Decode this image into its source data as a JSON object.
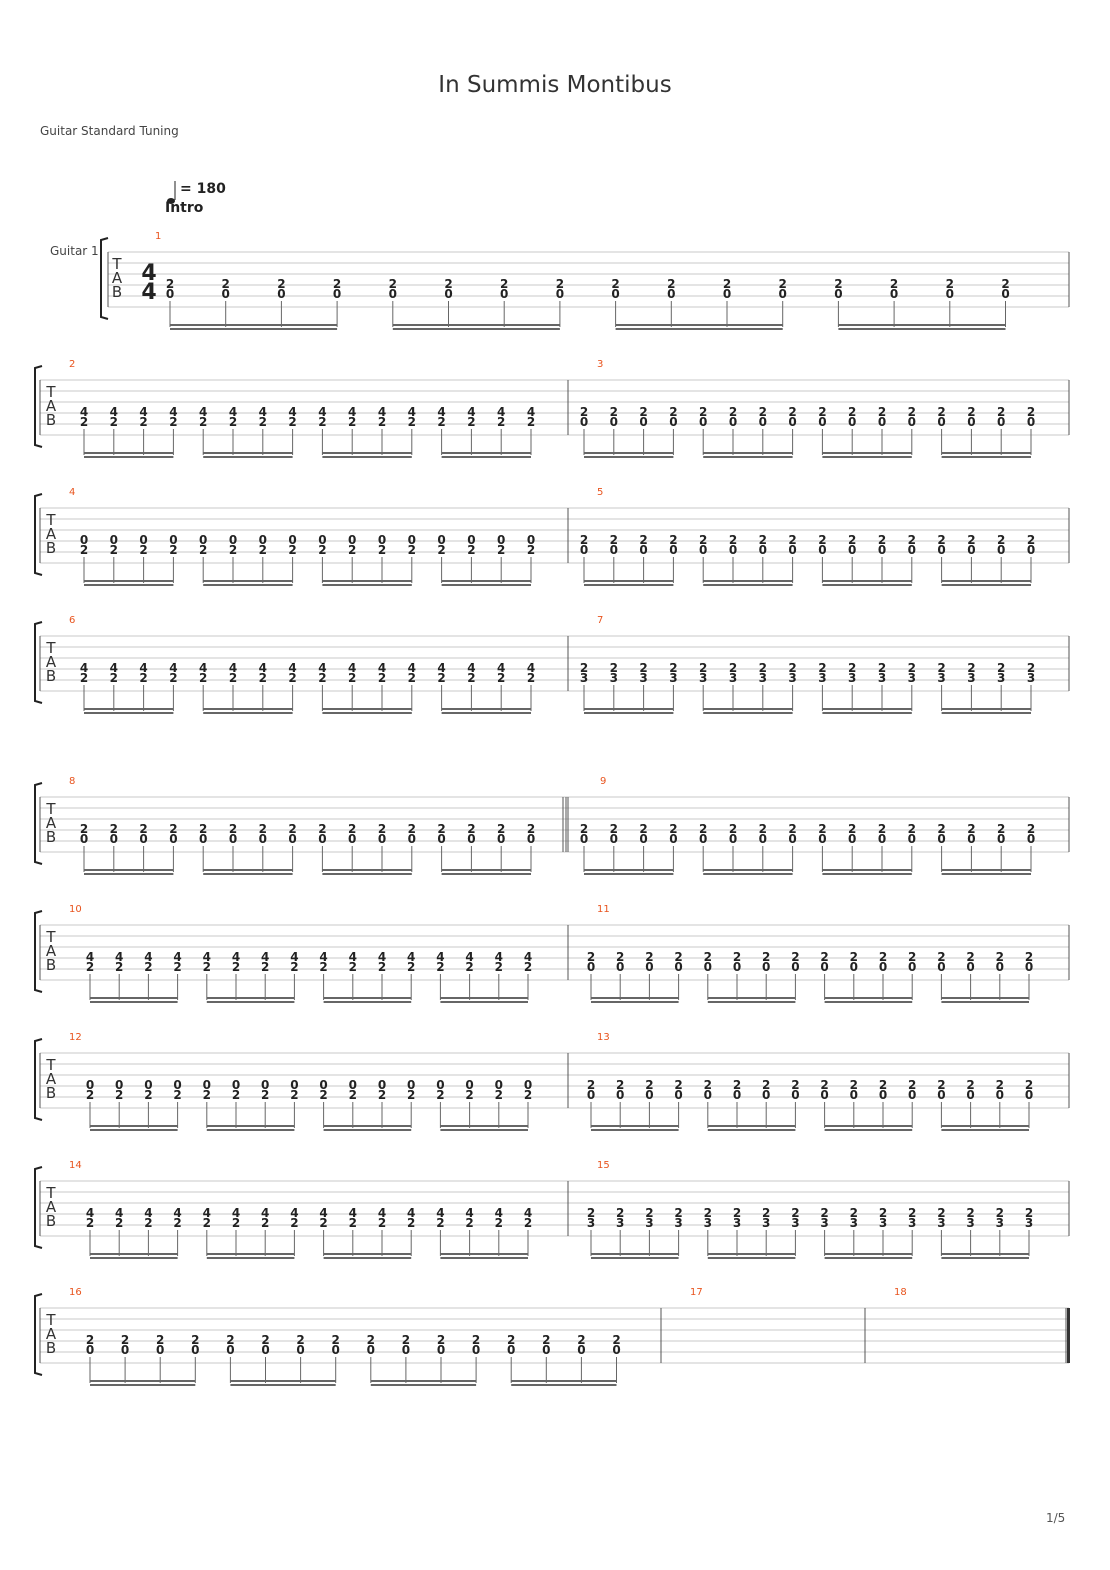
{
  "song": {
    "title": "In Summis Montibus",
    "tuning": "Guitar Standard Tuning",
    "page": "1/5"
  },
  "intro": {
    "tempo_label": "= 180",
    "section": "Intro",
    "time_signature": [
      "4",
      "4"
    ],
    "track_name": "Guitar 1"
  },
  "tab_clef": [
    "T",
    "A",
    "B"
  ],
  "colors": {
    "measure_number": "#e8541e",
    "staff_line": "#c8c8c8",
    "ink": "#222222"
  },
  "measures": [
    {
      "num": "1",
      "top": "2",
      "bottom": "0",
      "notes": 16
    },
    {
      "num": "2",
      "top": "4",
      "bottom": "2",
      "notes": 16
    },
    {
      "num": "3",
      "top": "2",
      "bottom": "0",
      "notes": 16
    },
    {
      "num": "4",
      "top": "0",
      "bottom": "2",
      "notes": 16
    },
    {
      "num": "5",
      "top": "2",
      "bottom": "0",
      "notes": 16
    },
    {
      "num": "6",
      "top": "4",
      "bottom": "2",
      "notes": 16
    },
    {
      "num": "7",
      "top": "2",
      "bottom": "3",
      "notes": 16
    },
    {
      "num": "8",
      "top": "2",
      "bottom": "0",
      "notes": 16
    },
    {
      "num": "9",
      "top": "2",
      "bottom": "0",
      "notes": 16
    },
    {
      "num": "10",
      "top": "4",
      "bottom": "2",
      "notes": 16
    },
    {
      "num": "11",
      "top": "2",
      "bottom": "0",
      "notes": 16
    },
    {
      "num": "12",
      "top": "0",
      "bottom": "2",
      "notes": 16
    },
    {
      "num": "13",
      "top": "2",
      "bottom": "0",
      "notes": 16
    },
    {
      "num": "14",
      "top": "4",
      "bottom": "2",
      "notes": 16
    },
    {
      "num": "15",
      "top": "2",
      "bottom": "3",
      "notes": 16
    },
    {
      "num": "16",
      "top": "2",
      "bottom": "0",
      "notes": 16
    },
    {
      "num": "17",
      "top": "",
      "bottom": "",
      "notes": 0
    },
    {
      "num": "18",
      "top": "",
      "bottom": "",
      "notes": 0
    }
  ]
}
